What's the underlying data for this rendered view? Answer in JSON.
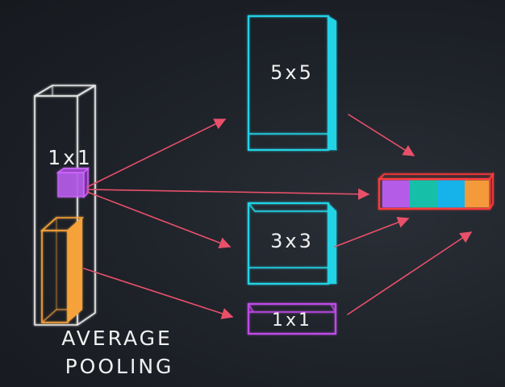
{
  "labels": {
    "input_block_label": "1x1",
    "conv5_label": "5x5",
    "conv3_label": "3x3",
    "conv1_label": "1x1",
    "pooling_line1": "AVERAGE",
    "pooling_line2": "POOLING"
  },
  "colors": {
    "background": "#1e2228",
    "outline_white": "#e8e8e8",
    "cyan": "#22d3e6",
    "magenta": "#c04be8",
    "orange": "#f6a23a",
    "arrow": "#e8506a",
    "concat_frame": "#ff3b3b",
    "concat_cells": [
      "#b45be8",
      "#18c0a8",
      "#18b2ea",
      "#f49a3a"
    ]
  }
}
